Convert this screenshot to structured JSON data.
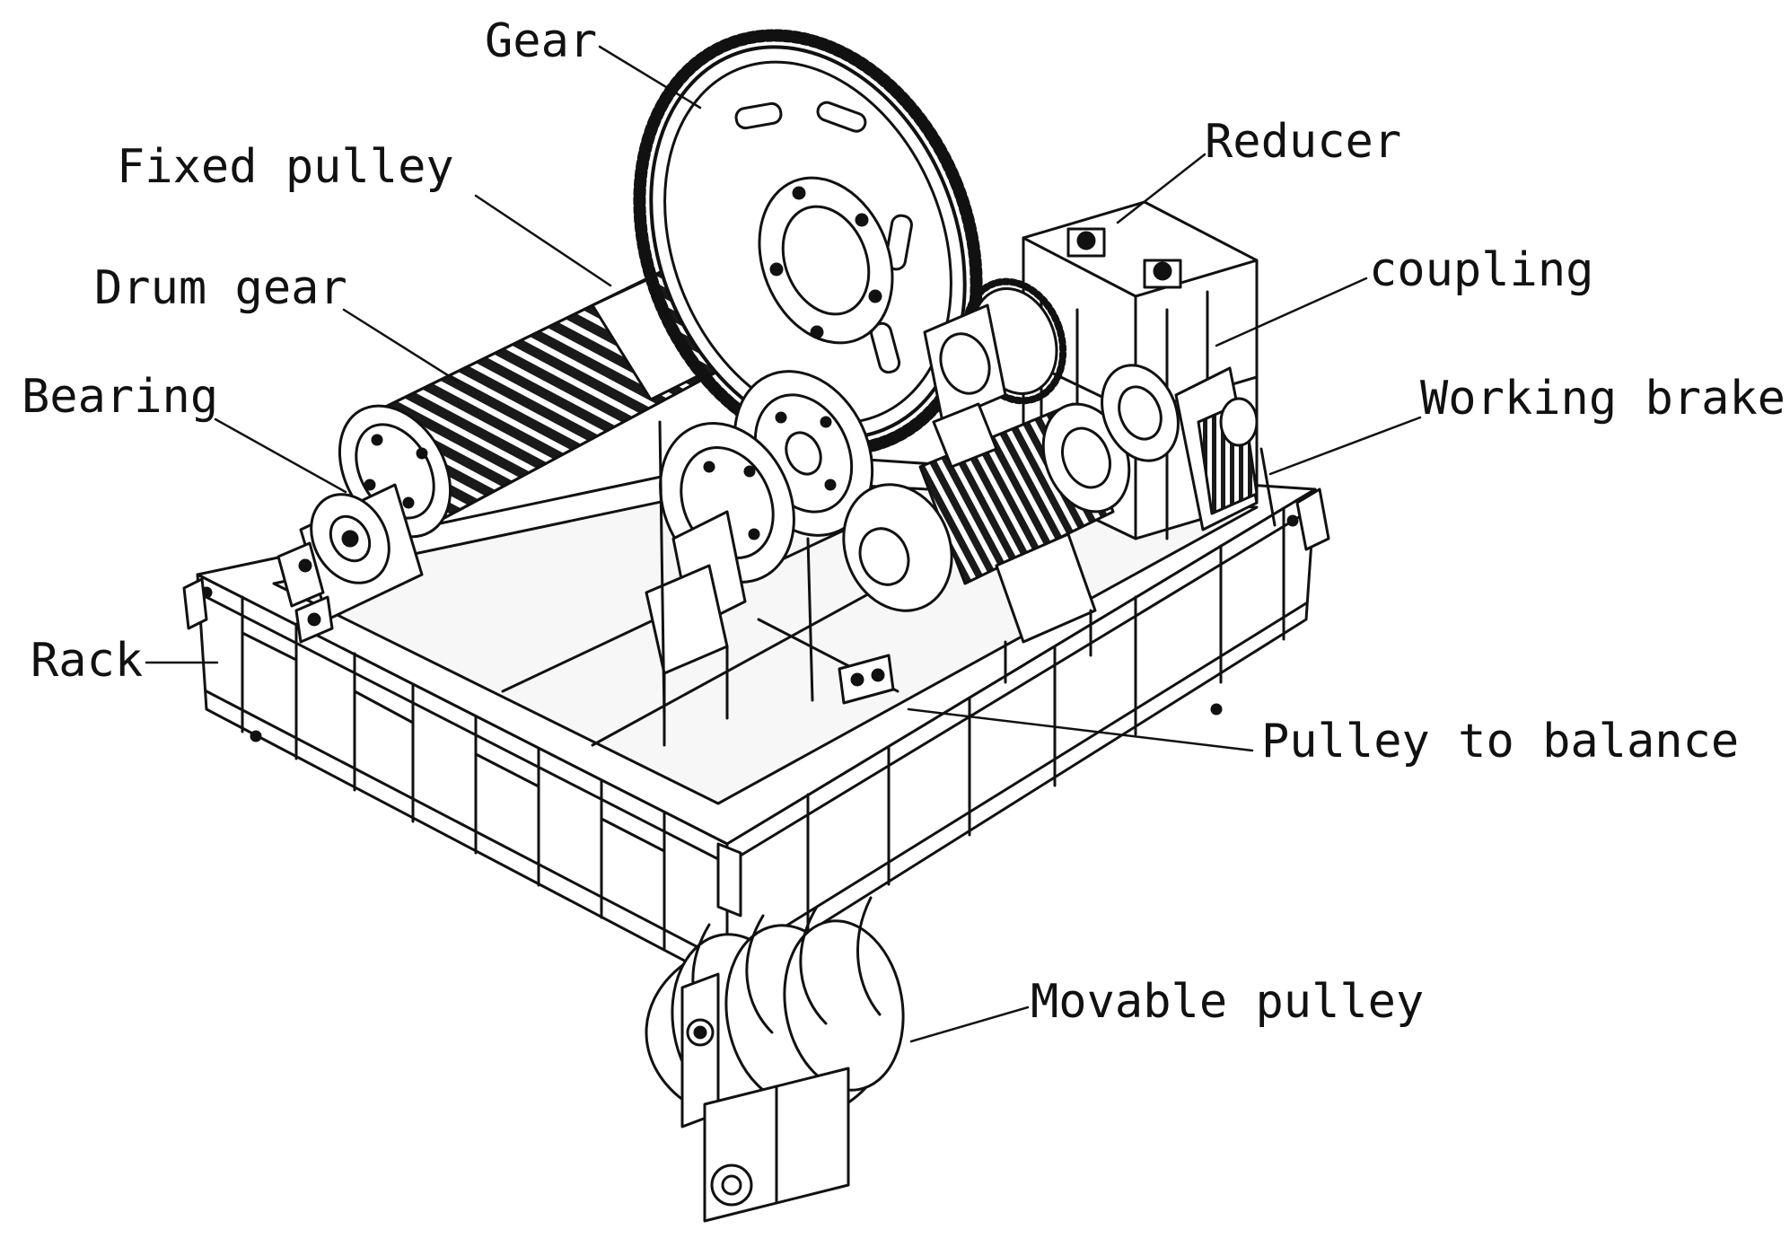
{
  "labels": {
    "gear": "Gear",
    "reducer": "Reducer",
    "fixed_pulley": "Fixed pulley",
    "coupling": "coupling",
    "drum_gear": "Drum gear",
    "bearing": "Bearing",
    "working_brake": "Working brake",
    "rack": "Rack",
    "pulley_to_balance": "Pulley to balance",
    "movable_pulley": "Movable pulley"
  },
  "colors": {
    "ink": "#111111",
    "paper": "#ffffff"
  }
}
